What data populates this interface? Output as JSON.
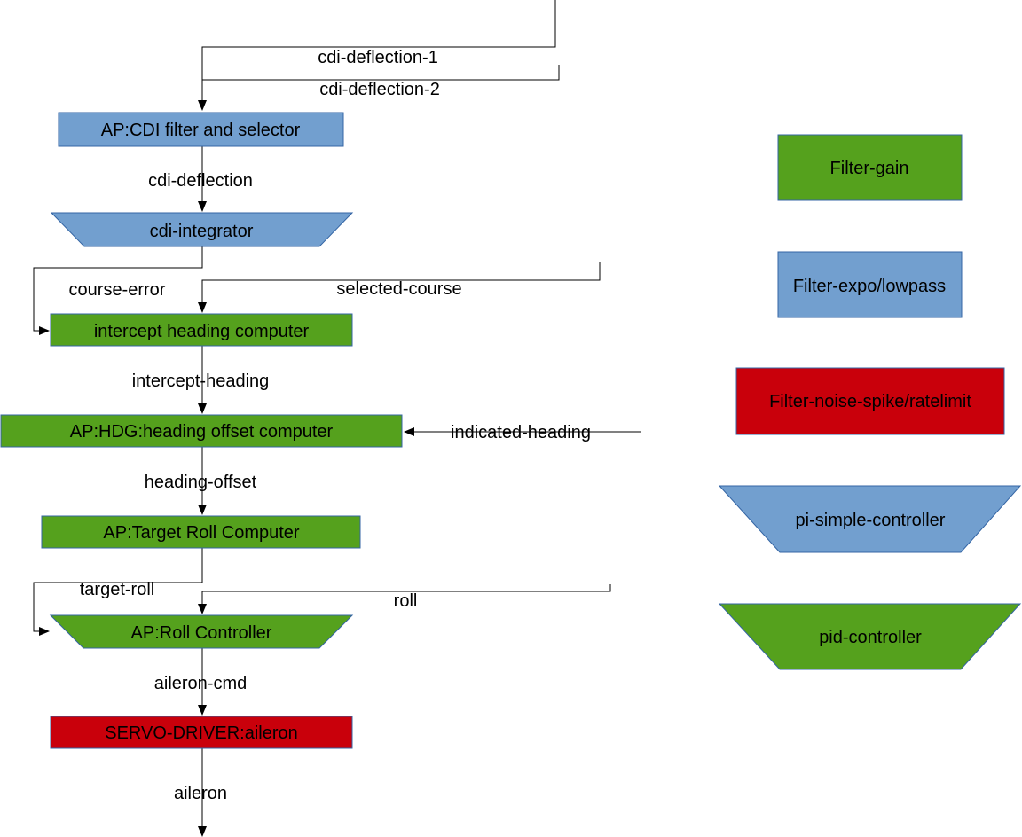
{
  "colors": {
    "green": "#55a11d",
    "blue": "#729fcf",
    "red": "#c9000b",
    "line": "#000000"
  },
  "blocks": {
    "cdi_filter": "AP:CDI filter and selector",
    "cdi_integrator": "cdi-integrator",
    "intercept_computer": "intercept heading computer",
    "hdg_offset_computer": "AP:HDG:heading offset computer",
    "target_roll_computer": "AP:Target Roll Computer",
    "roll_controller": "AP:Roll Controller",
    "servo_driver": "SERVO-DRIVER:aileron"
  },
  "signals": {
    "cdi_deflection_1": "cdi-deflection-1",
    "cdi_deflection_2": "cdi-deflection-2",
    "cdi_deflection": "cdi-deflection",
    "course_error": "course-error",
    "selected_course": "selected-course",
    "intercept_heading": "intercept-heading",
    "indicated_heading": "indicated-heading",
    "heading_offset": "heading-offset",
    "target_roll": "target-roll",
    "roll": "roll",
    "aileron_cmd": "aileron-cmd",
    "aileron": "aileron"
  },
  "legend": {
    "gain": "Filter-gain",
    "expo": "Filter-expo/lowpass",
    "noise": "Filter-noise-spike/ratelimit",
    "pi": "pi-simple-controller",
    "pid": "pid-controller"
  }
}
